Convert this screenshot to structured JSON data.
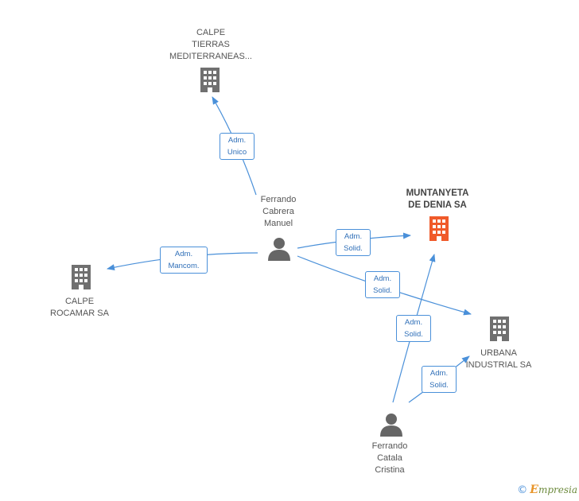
{
  "colors": {
    "edge": "#4a90d9",
    "company": "#707070",
    "main_company": "#f05a2a",
    "person": "#666666"
  },
  "nodes": {
    "calpe_tierras": {
      "label": "CALPE\nTIERRAS\nMEDITERRANEAS...",
      "icon": "building-icon"
    },
    "muntanyeta": {
      "label": "MUNTANYETA\nDE DENIA SA",
      "icon": "building-icon"
    },
    "calpe_rocamar": {
      "label": "CALPE\nROCAMAR SA",
      "icon": "building-icon"
    },
    "urbana_industrial": {
      "label": "URBANA\nINDUSTRIAL SA",
      "icon": "building-icon"
    },
    "ferrando_cabrera": {
      "label": "Ferrando\nCabrera\nManuel",
      "icon": "person-icon"
    },
    "ferrando_catala": {
      "label": "Ferrando\nCatala\nCristina",
      "icon": "person-icon"
    }
  },
  "edges": {
    "e1": "Adm.\nUnico",
    "e2": "Adm.\nSolid.",
    "e3": "Adm.\nMancom.",
    "e4": "Adm.\nSolid.",
    "e5": "Adm.\nSolid.",
    "e6": "Adm.\nSolid."
  },
  "footer": {
    "copyright": "©",
    "brand_initial": "E",
    "brand_rest": "mpresia"
  }
}
